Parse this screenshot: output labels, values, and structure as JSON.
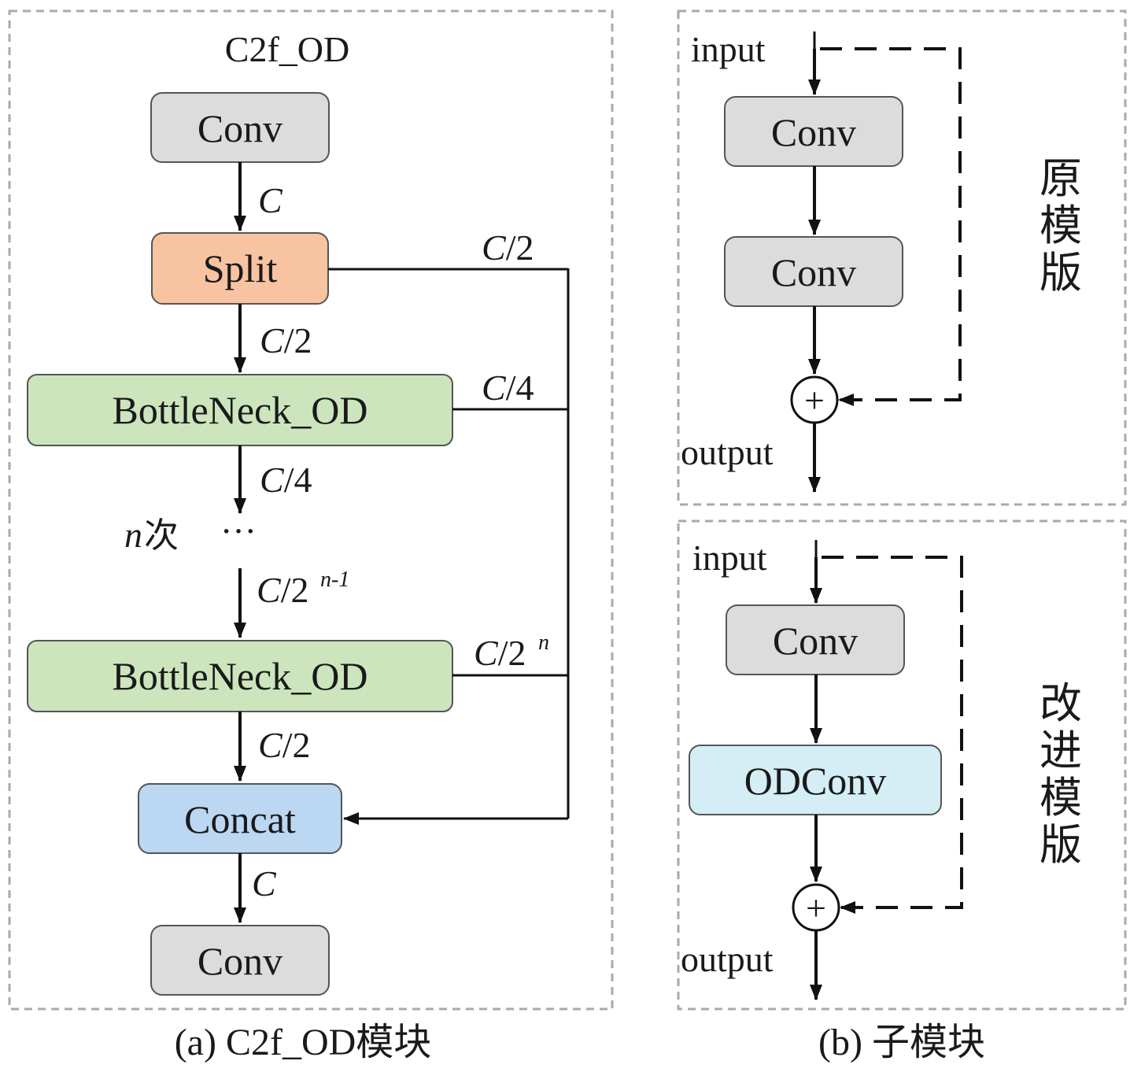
{
  "panel_a": {
    "title": "C2f_OD",
    "caption": "(a) C2f_OD模块",
    "nodes": {
      "conv_top": "Conv",
      "split": "Split",
      "bottleneck_1": "BottleNeck_OD",
      "bottleneck_n": "BottleNeck_OD",
      "concat": "Concat",
      "conv_bottom": "Conv"
    },
    "edge_labels": {
      "conv_to_split": "C",
      "split_to_b1": "C/2",
      "b1_to_dots": "C/4",
      "dots_to_bn_base": "C/2",
      "dots_to_bn_exp": "n-1",
      "bn_to_concat": "C/2",
      "concat_to_conv": "C",
      "split_side": "C/2",
      "b1_side": "C/4",
      "bn_side_base": "C/2",
      "bn_side_exp": "n"
    },
    "repeat_label_n": "n",
    "repeat_label_cjk": "次",
    "dots": "···"
  },
  "panel_b": {
    "caption": "(b) 子模块",
    "original": {
      "side_label": [
        "原",
        "模",
        "版"
      ],
      "input": "input",
      "output": "output",
      "box1": "Conv",
      "box2": "Conv",
      "plus": "+"
    },
    "improved": {
      "side_label": [
        "改",
        "进",
        "模",
        "版"
      ],
      "input": "input",
      "output": "output",
      "box1": "Conv",
      "box2": "ODConv",
      "plus": "+"
    }
  },
  "colors": {
    "conv": "#dcdcdc",
    "split": "#f8c3a0",
    "bottleneck": "#cce5bd",
    "concat": "#bcd7f2",
    "odconv": "#d5eef5",
    "panel_border": "#aaaaaa"
  }
}
